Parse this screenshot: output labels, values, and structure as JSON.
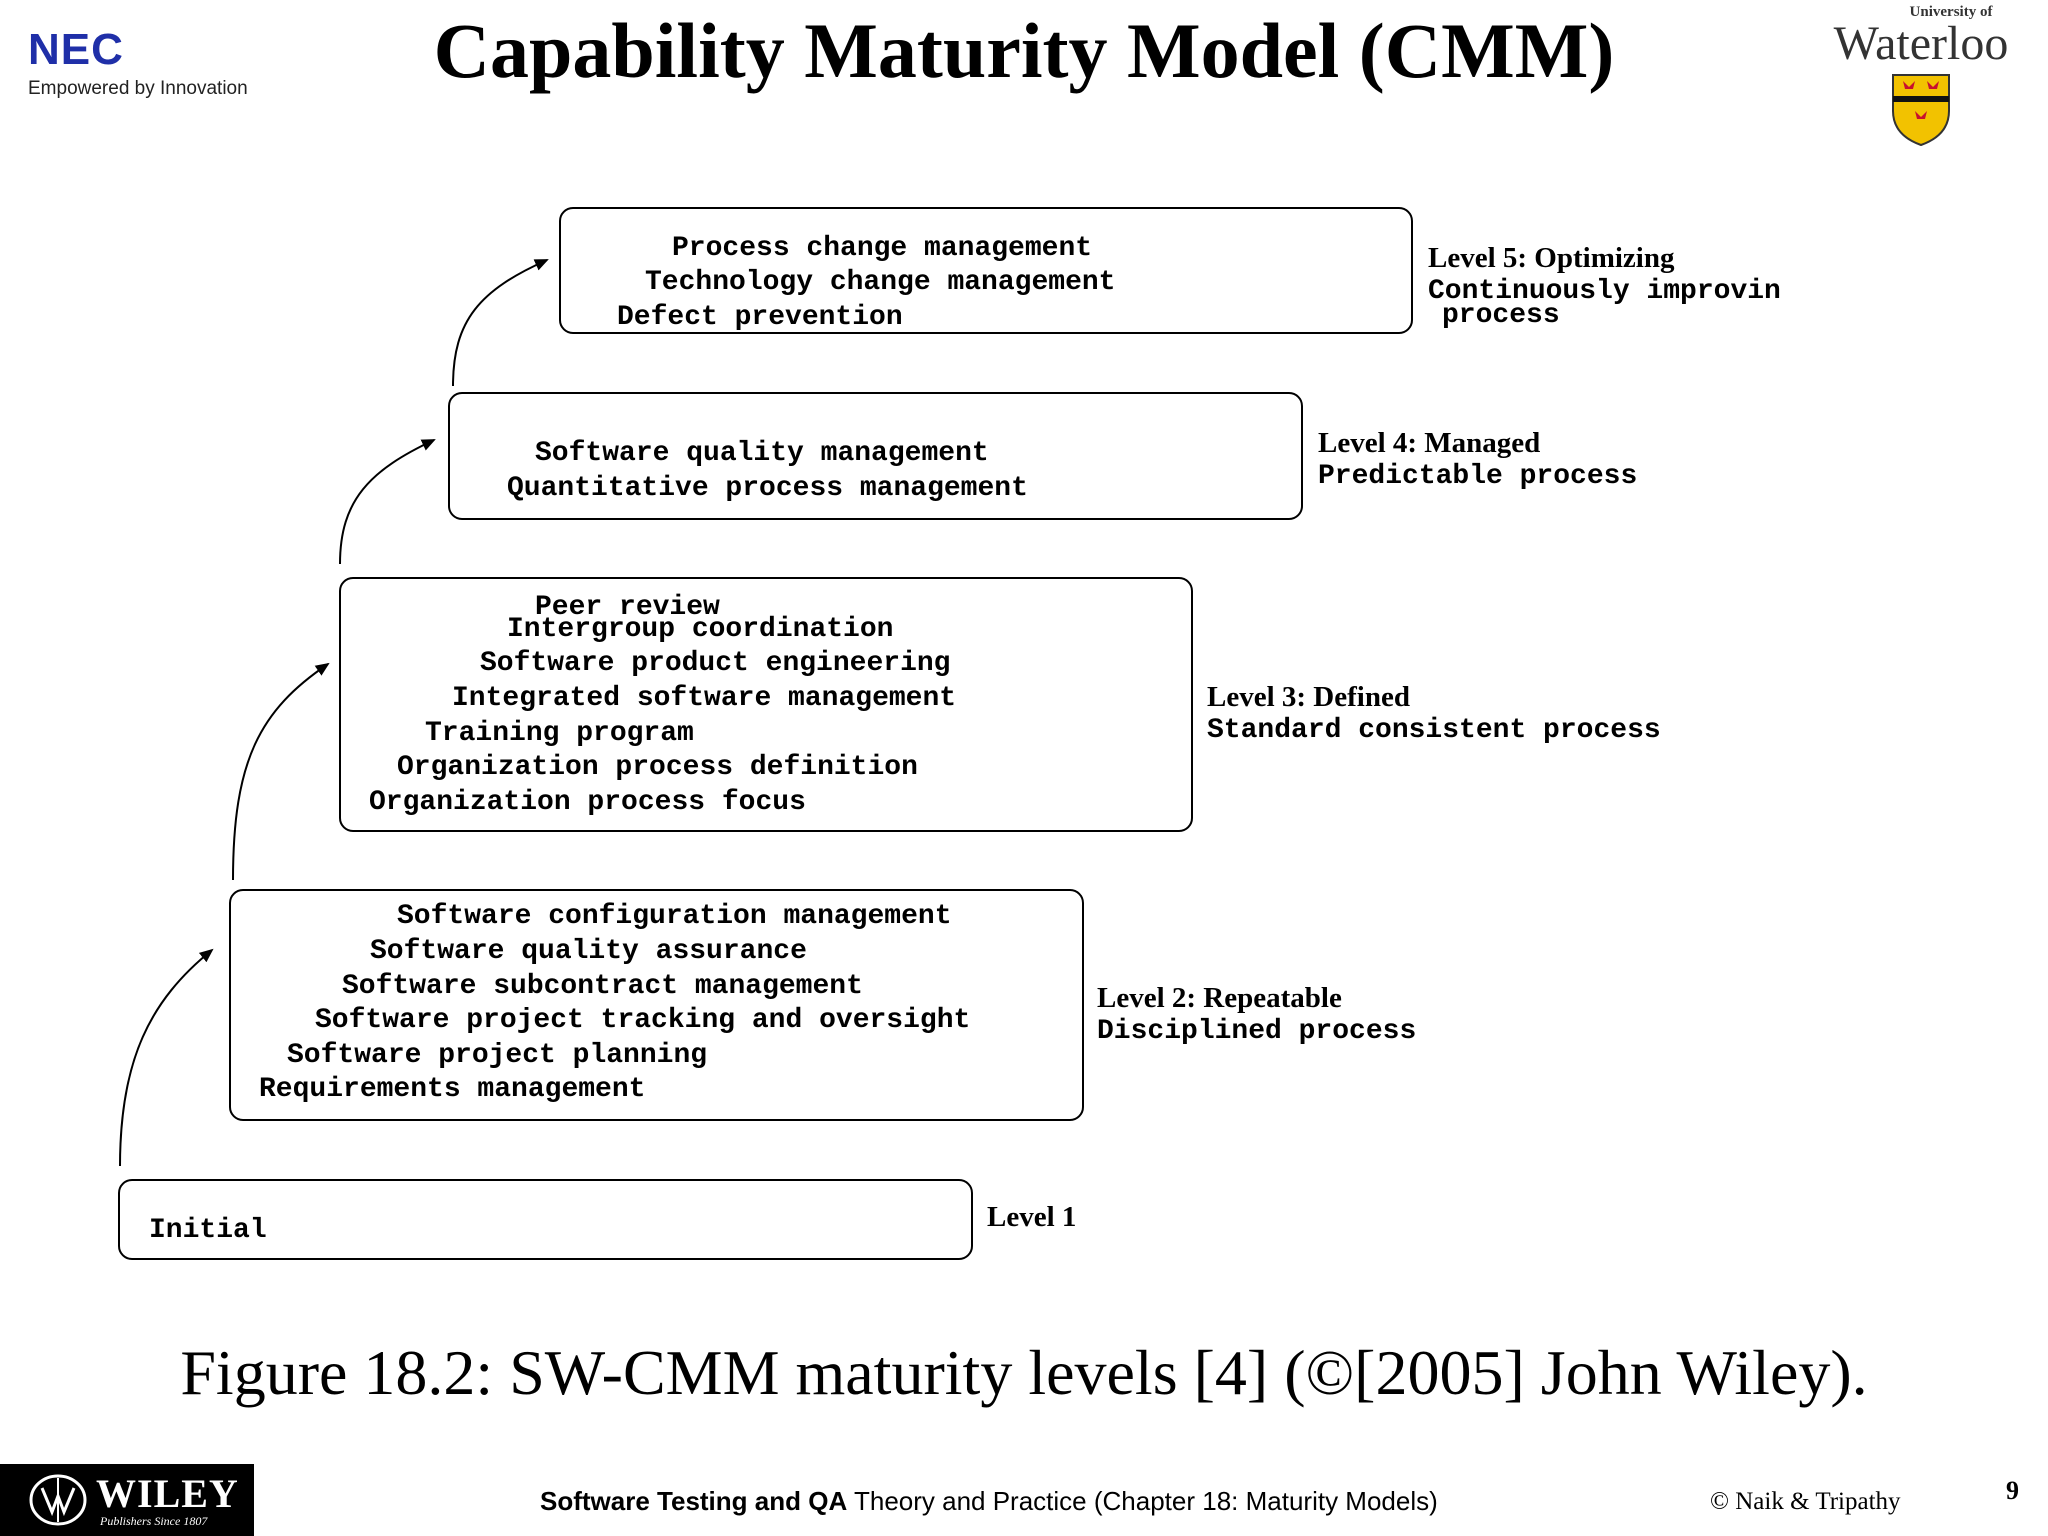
{
  "header": {
    "title": "Capability Maturity Model (CMM)",
    "nec_logo_text": "NEC",
    "nec_tagline": "Empowered by Innovation",
    "uw_logo_small": "University of",
    "uw_logo_name": "Waterloo"
  },
  "levels": [
    {
      "title": "Level 1",
      "description": "",
      "kpas": [
        "Initial"
      ]
    },
    {
      "title": "Level 2: Repeatable",
      "description": "Disciplined process",
      "kpas": [
        "Software configuration management",
        "Software quality assurance",
        "Software subcontract management",
        "Software project tracking and oversight",
        "Software project planning",
        "Requirements management"
      ]
    },
    {
      "title": "Level 3: Defined",
      "description": "Standard consistent process",
      "kpas": [
        "Peer review",
        "Intergroup coordination",
        "Software product engineering",
        "Integrated software management",
        "Training program",
        "Organization process definition",
        "Organization process focus"
      ]
    },
    {
      "title": "Level 4: Managed",
      "description": "Predictable process",
      "kpas": [
        "Software quality management",
        "Quantitative process management"
      ]
    },
    {
      "title": "Level 5: Optimizing",
      "description_line1": "Continuously improvin",
      "description_line2": "process",
      "kpas": [
        "Process change management",
        "Technology change management",
        "Defect prevention"
      ]
    }
  ],
  "caption": "Figure 18.2: SW-CMM maturity levels [4] (©[2005] John Wiley).",
  "footer": {
    "wiley_logo_text": "WILEY",
    "wiley_tagline": "Publishers Since 1807",
    "course_bold": "Software Testing and QA",
    "course_rest": " Theory and Practice (Chapter 18: Maturity Models)",
    "copyright": "© Naik & Tripathy",
    "page_number": "9"
  }
}
